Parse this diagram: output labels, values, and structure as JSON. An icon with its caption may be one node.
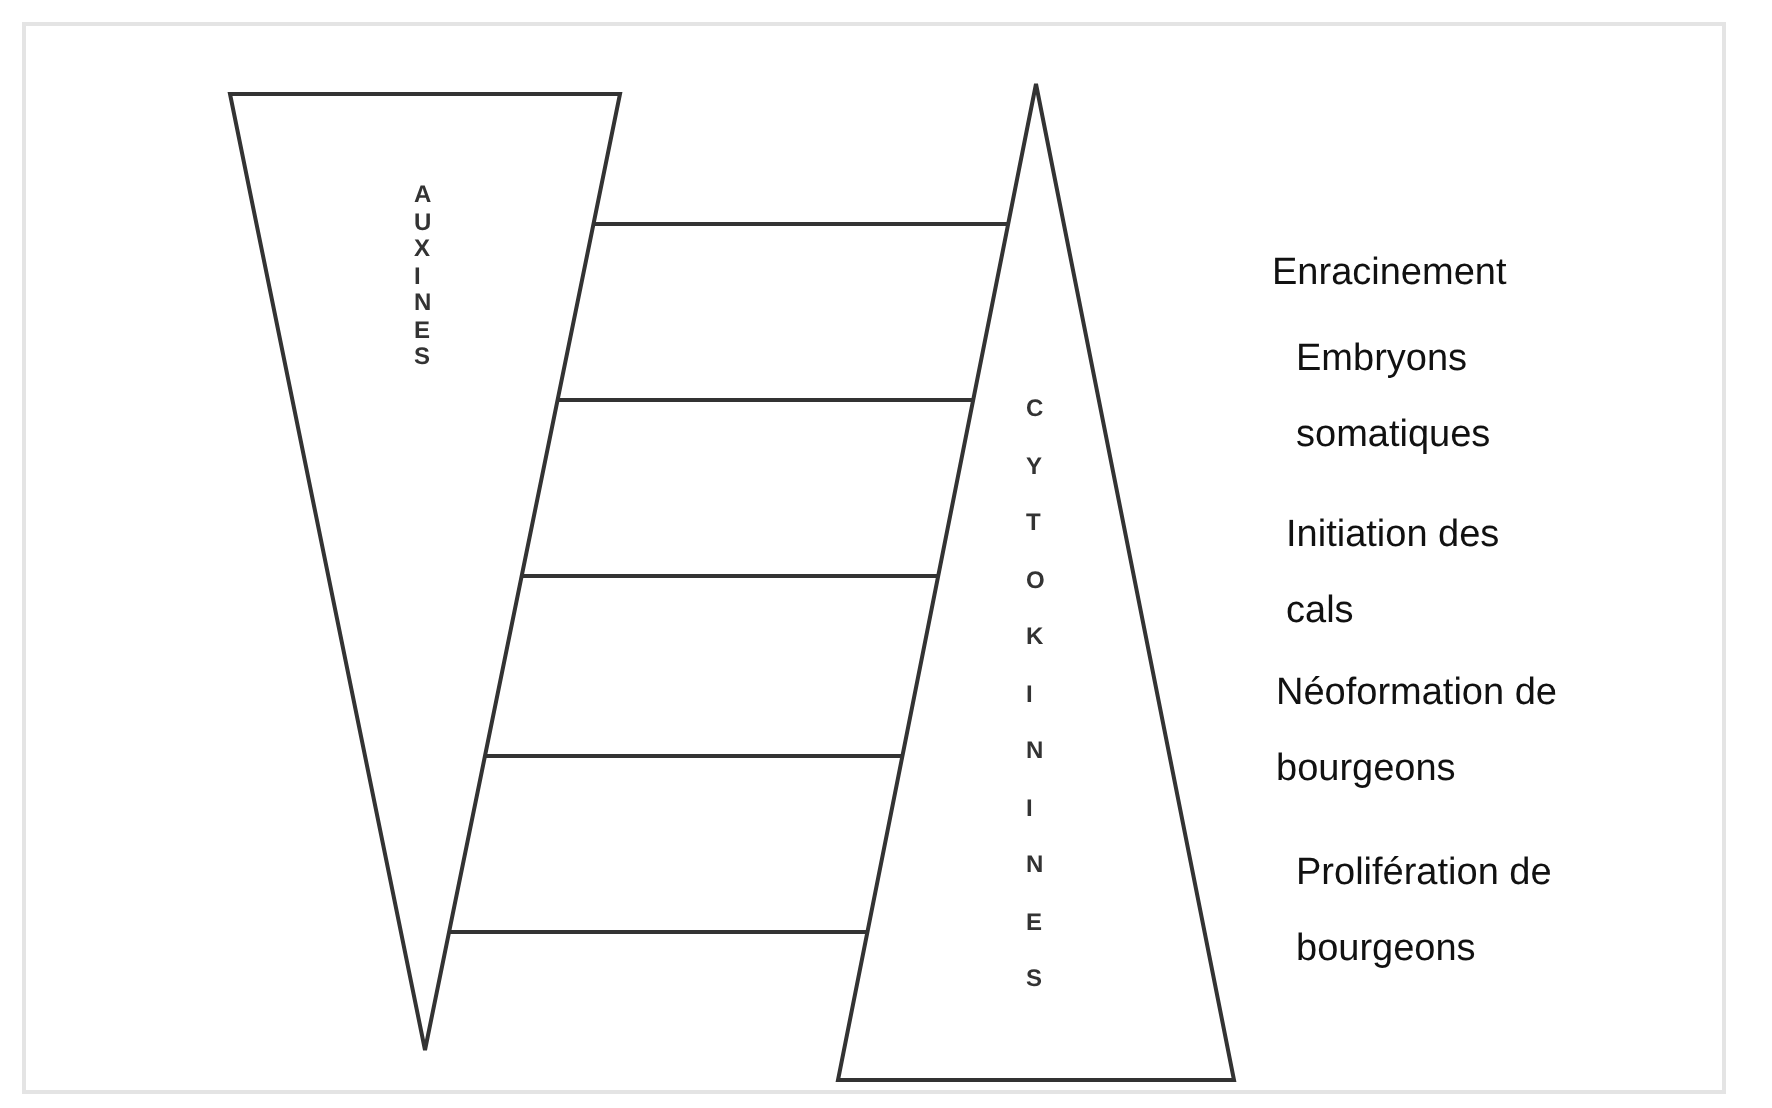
{
  "diagram": {
    "nodes": [
      {
        "text": [
          "AUXINES"
        ]
      },
      {
        "text": [
          "CYTOKININES"
        ]
      }
    ],
    "edges": [
      {
        "from": 0,
        "to": 1,
        "arrow": "none"
      },
      {
        "from": 0,
        "to": 1,
        "arrow": "none"
      },
      {
        "from": 0,
        "to": 1,
        "arrow": "none"
      },
      {
        "from": 0,
        "to": 1,
        "arrow": "none"
      },
      {
        "from": 0,
        "to": 1,
        "arrow": "none"
      }
    ],
    "labels": [
      "Enracinement",
      "Embryons somatiques",
      "Initiation des cals",
      "Néoformation de bourgeons",
      "Prolifération de bourgeons"
    ]
  }
}
